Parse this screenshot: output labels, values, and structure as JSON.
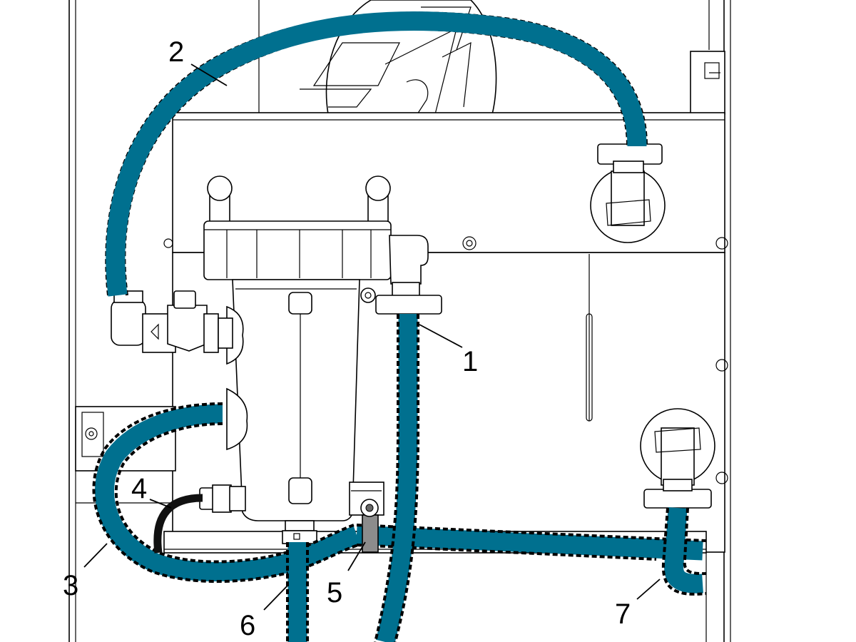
{
  "diagram": {
    "colors": {
      "hose": "#00708F",
      "line": "#000000",
      "background": "#FFFFFF",
      "clamp": "#8C8C8C",
      "drain_hose": "#111111"
    },
    "callouts": [
      {
        "id": "hose-1",
        "label": "1"
      },
      {
        "id": "hose-2",
        "label": "2"
      },
      {
        "id": "hose-3",
        "label": "3"
      },
      {
        "id": "tube-4",
        "label": "4"
      },
      {
        "id": "clamp-5",
        "label": "5"
      },
      {
        "id": "hose-6",
        "label": "6"
      },
      {
        "id": "hose-7",
        "label": "7"
      }
    ]
  }
}
